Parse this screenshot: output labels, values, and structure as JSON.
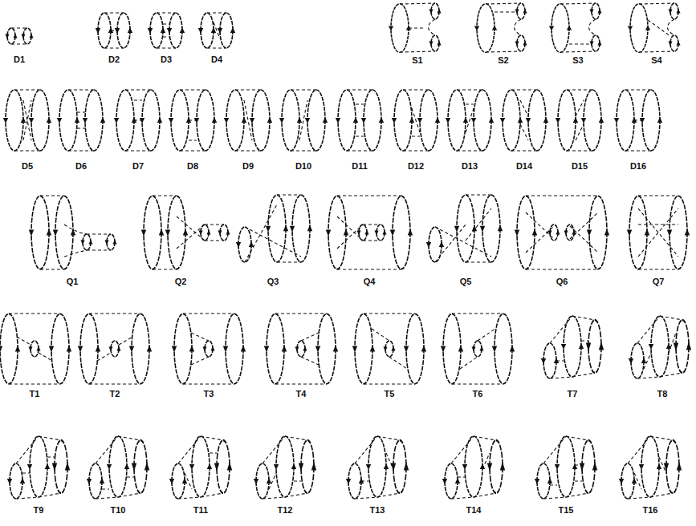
{
  "diagram": {
    "labels": [
      "D1",
      "D2",
      "D3",
      "D4",
      "S1",
      "S2",
      "S3",
      "S4",
      "D5",
      "D6",
      "D7",
      "D8",
      "D9",
      "D10",
      "D11",
      "D12",
      "D13",
      "D14",
      "D15",
      "D16",
      "Q1",
      "Q2",
      "Q3",
      "Q4",
      "Q5",
      "Q6",
      "Q7",
      "T1",
      "T2",
      "T3",
      "T4",
      "T5",
      "T6",
      "T7",
      "T8",
      "T9",
      "T10",
      "T11",
      "T12",
      "T13",
      "T14",
      "T15",
      "T16"
    ]
  }
}
